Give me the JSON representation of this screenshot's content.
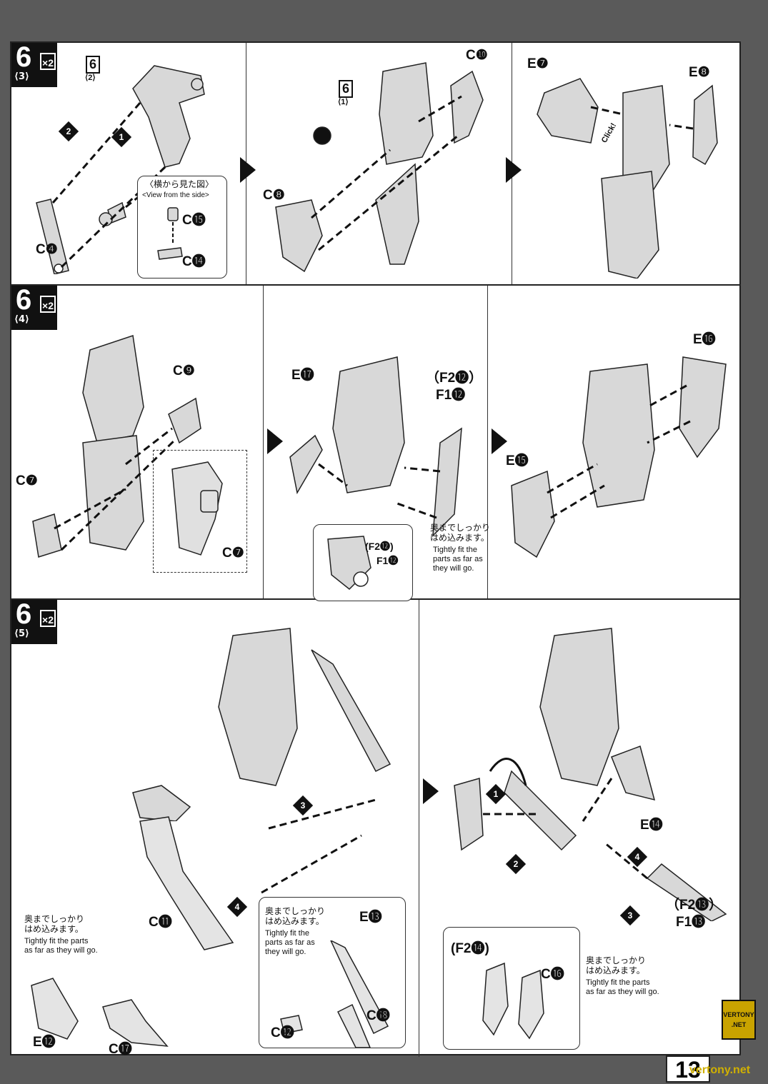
{
  "sections": [
    {
      "step": "6",
      "sub": "⟨3⟩",
      "mult": "×2",
      "labels": {
        "ref_step": "6",
        "ref_sub": "⟨2⟩",
        "c4": "C❹",
        "view_jp": "〈横から見た図〉",
        "view_en": "<View from the side>",
        "c15": "C⓯",
        "c14": "C⓮",
        "c10": "C❿",
        "ref2_step": "6",
        "ref2_sub": "⟨1⟩",
        "c8": "C❽",
        "e7": "E❼",
        "e8": "E❽",
        "click": "Click!"
      }
    },
    {
      "step": "6",
      "sub": "⟨4⟩",
      "mult": "×2",
      "labels": {
        "c9": "C❾",
        "c7": "C❼",
        "c7b": "C❼",
        "e17": "E⓱",
        "f2_12": "（F2⓬）",
        "f1_12": "F1⓬",
        "note_jp": "奥までしっかり\nはめ込みます。",
        "note_en": "Tightly fit the\nparts as far as\nthey will go.",
        "inset_f2": "(F2⓬)",
        "inset_f1": "F1⓬",
        "e16": "E⓰",
        "e15": "E⓯"
      }
    },
    {
      "step": "6",
      "sub": "⟨5⟩",
      "mult": "×2",
      "labels": {
        "note1_jp": "奥までしっかり\nはめ込みます。",
        "note1_en": "Tightly fit the parts\nas far as they will go.",
        "c11": "C⓫",
        "e12": "E⓬",
        "c17": "C⓱",
        "note2_jp": "奥までしっかり\nはめ込みます。",
        "note2_en": "Tightly fit the\nparts as far as\nthey will go.",
        "e13": "E⓭",
        "c12": "C⓬",
        "c18": "C⓲",
        "e14": "E⓮",
        "f2_13": "（F2⓭）",
        "f1_13": "F1⓭",
        "note3_jp": "奥までしっかり\nはめ込みます。",
        "note3_en": "Tightly fit the parts\nas far as they will go.",
        "f2_14": "(F2⓮)",
        "c16": "C⓰"
      }
    }
  ],
  "seq_numbers": [
    "1",
    "2",
    "3",
    "4"
  ],
  "page_number": "13",
  "watermark": "vertony.net",
  "watermark_url": "https://vertony.net",
  "logo_text": "VERTONY .NET"
}
